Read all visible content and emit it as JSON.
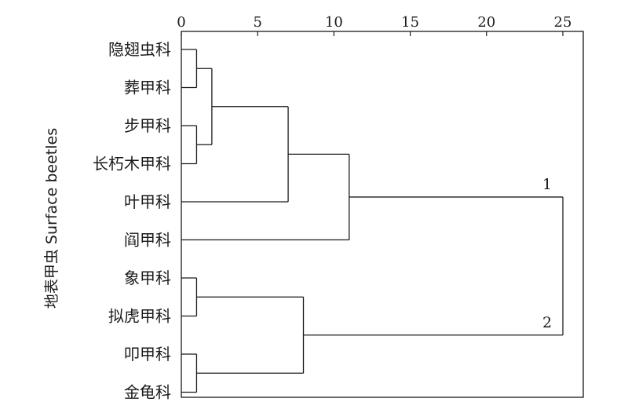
{
  "chart_data": {
    "type": "dendrogram",
    "ylabel": "地表甲虫 Surface beetles",
    "xlim": [
      0,
      25
    ],
    "xticks": [
      0,
      5,
      10,
      15,
      20,
      25
    ],
    "leaves": [
      "隐翅虫科",
      "葬甲科",
      "步甲科",
      "长朽木甲科",
      "叶甲科",
      "阎甲科",
      "象甲科",
      "拟虎甲科",
      "叩甲科",
      "金龟科"
    ],
    "merges": [
      {
        "id": "m1",
        "children": [
          "L0",
          "L1"
        ],
        "height": 1
      },
      {
        "id": "m2",
        "children": [
          "L2",
          "L3"
        ],
        "height": 1
      },
      {
        "id": "m3",
        "children": [
          "m1",
          "m2"
        ],
        "height": 2
      },
      {
        "id": "m4",
        "children": [
          "m3",
          "L4"
        ],
        "height": 7
      },
      {
        "id": "m5",
        "children": [
          "m4",
          "L5"
        ],
        "height": 11
      },
      {
        "id": "m6",
        "children": [
          "L6",
          "L7"
        ],
        "height": 1
      },
      {
        "id": "m7",
        "children": [
          "L8",
          "L9"
        ],
        "height": 1
      },
      {
        "id": "m8",
        "children": [
          "m6",
          "m7"
        ],
        "height": 8
      },
      {
        "id": "m9",
        "children": [
          "m5",
          "m8"
        ],
        "height": 25
      }
    ],
    "cluster_labels": [
      {
        "text": "1",
        "node": "m5"
      },
      {
        "text": "2",
        "node": "m8"
      }
    ]
  }
}
